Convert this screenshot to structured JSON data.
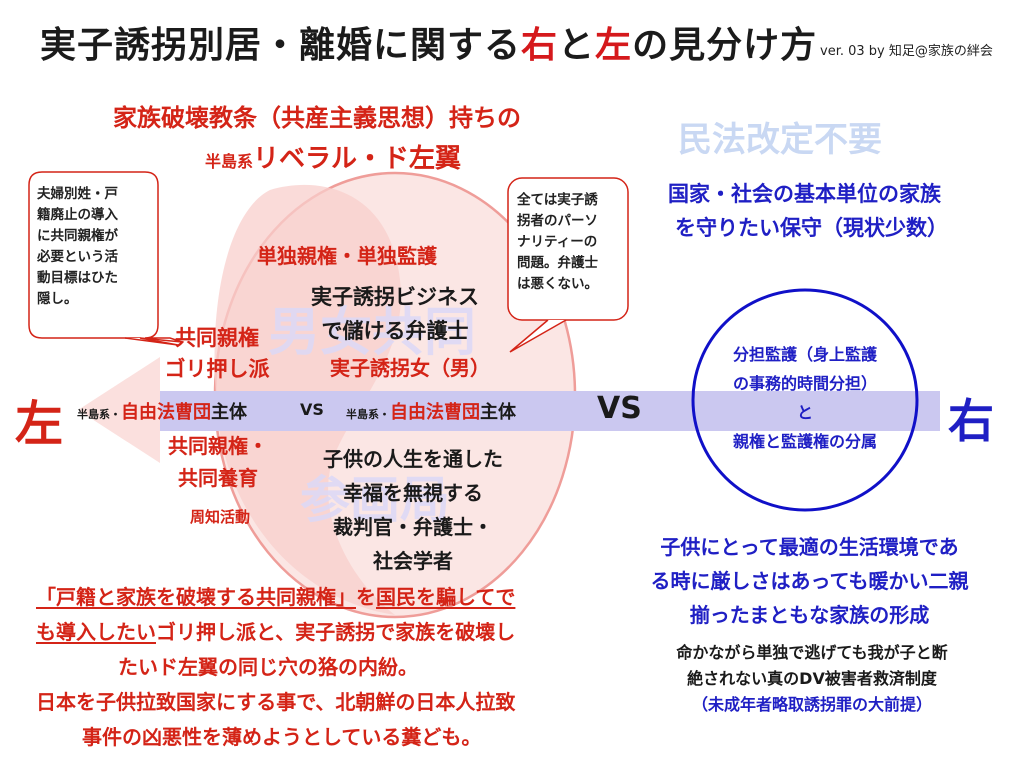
{
  "title": {
    "part1": "実子誘拐別居・離婚に関する",
    "right": "右",
    "mid": "と",
    "left": "左",
    "part2": "の見分け方"
  },
  "version": "ver. 03 by 知足@家族の絆会",
  "left_header": {
    "line1": "家族破壊教条（共産主義思想）持ちの",
    "line2_prefix": "半島系",
    "line2_main": "リベラル・ド左翼"
  },
  "right_header": {
    "faded": "民法改定不要",
    "line1": "国家・社会の基本単位の家族",
    "line2": "を守りたい保守（現状少数）"
  },
  "bubble_left": {
    "lines": [
      "夫婦別姓・戸",
      "籍廃止の導入",
      "に共同親権が",
      "必要という活",
      "動目標はひた",
      "隠し。"
    ]
  },
  "bubble_right": {
    "lines": [
      "全ては実子誘",
      "拐者のパーソ",
      "ナリティーの",
      "問題。弁護士",
      "は悪くない。"
    ]
  },
  "center_oval": {
    "watermark_top": "男女共同",
    "watermark_bottom": "参画局",
    "sole_custody": "単独親権・単独監護",
    "business": [
      "実子誘拐ビジネス",
      "で儲ける弁護士"
    ],
    "woman": "実子誘拐女（男）",
    "ignore": [
      "子供の人生を通した",
      "幸福を無視する",
      "裁判官・弁護士・",
      "社会学者"
    ]
  },
  "left_labels": {
    "push": [
      "共同親権",
      "ゴリ押し派"
    ],
    "joint": [
      "共同親権・",
      "共同養育"
    ],
    "awareness": "周知活動"
  },
  "arrow_row": {
    "left_big": "左",
    "right_big": "右",
    "peninsula": "半島系・",
    "bar": "自由法曹団",
    "owner": "主体",
    "vs_small": "VS",
    "vs_big": "VS"
  },
  "right_circle": {
    "lines": [
      "分担監護（身上監護",
      "の事務的時間分担）",
      "と",
      "親権と監護権の分属"
    ]
  },
  "right_bottom": {
    "best": [
      "子供にとって最適の生活環境であ",
      "る時に厳しさはあっても暖かい二親",
      "揃ったまともな家族の形成"
    ],
    "dv": [
      "命かながら単独で逃げても我が子と断",
      "絶されない真のDV被害者救済制度",
      "（未成年者略取誘拐罪の大前提）"
    ]
  },
  "left_bottom": {
    "line1a": "「戸籍と家族を破壊する共同親権」",
    "line1b": "を",
    "line1c": "国民を騙してで",
    "line2a": "も導入したい",
    "line2b": "ゴリ押し派と、実子誘拐で家族を破壊し",
    "line3": "たいド左翼の同じ穴の狢の内紛。",
    "line4": "日本を子供拉致国家にする事で、北朝鮮の日本人拉致",
    "line5": "事件の凶悪性を薄めようとしている糞ども。"
  },
  "colors": {
    "red": "#d42417",
    "blue": "#1f1fc4",
    "arrow": "#c9c6f0",
    "oval": "#fbe3e1",
    "circle": "#1010c8"
  }
}
